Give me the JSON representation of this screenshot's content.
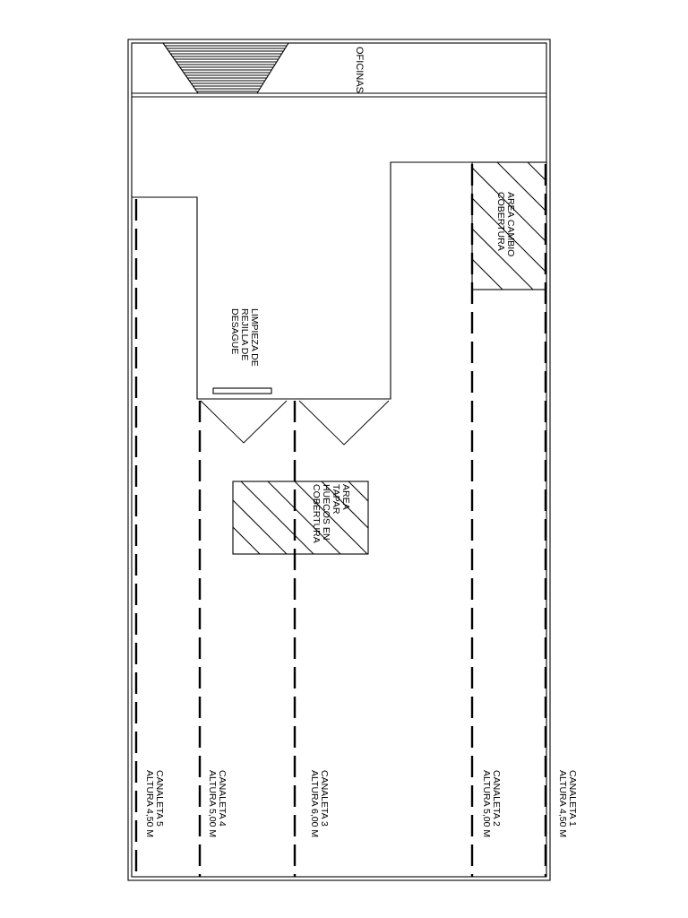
{
  "offices": {
    "label": "OFICINAS"
  },
  "drain": {
    "label_lines": [
      "LIMPIEZA DE",
      "REJILLA DE",
      "DESAGUE"
    ]
  },
  "roof_change_area": {
    "label_lines": [
      "AREA CAMBIO",
      "COBERTURA"
    ]
  },
  "patch_holes_area": {
    "label_lines": [
      "AREA",
      "TAPAR",
      "HUECOS EN",
      "COBERTURA"
    ]
  },
  "gutters": [
    {
      "name": "CANALETA 5",
      "height": "ALTURA 4,50 M"
    },
    {
      "name": "CANALETA 4",
      "height": "ALTURA 5,00 M"
    },
    {
      "name": "CANALETA 3",
      "height": "ALTURA 6,00 M"
    },
    {
      "name": "CANALETA 2",
      "height": "ALTURA 5,00 M"
    },
    {
      "name": "CANALETA 1",
      "height": "ALTURA 4,50 M"
    }
  ]
}
